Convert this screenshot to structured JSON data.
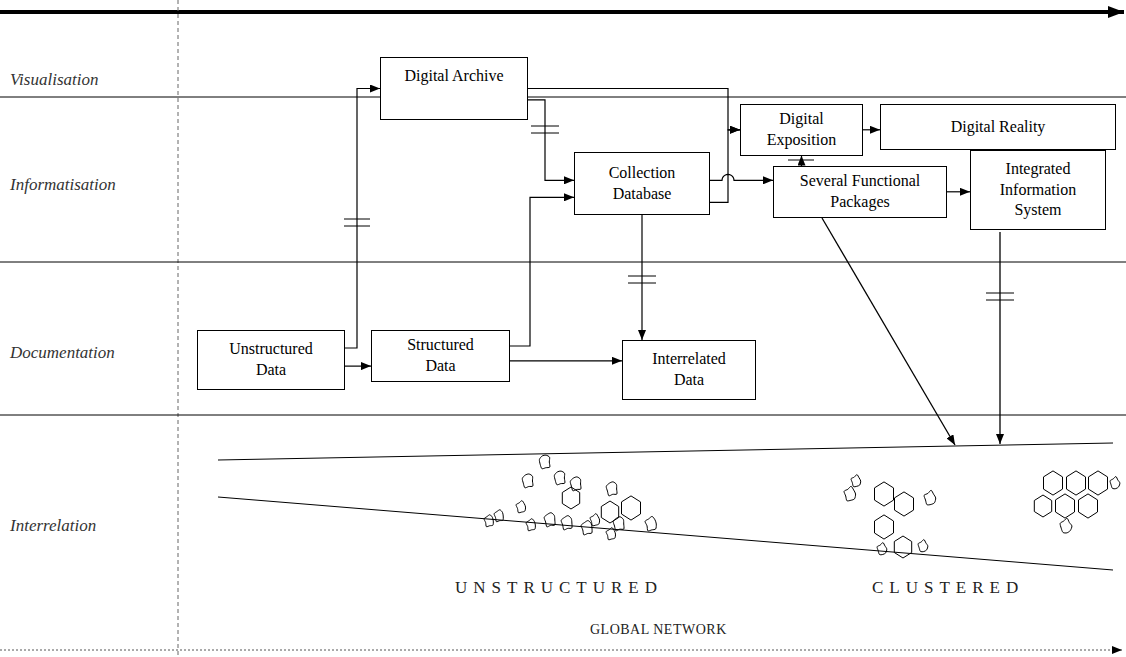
{
  "diagram": {
    "nodes": [
      {
        "text": [
          "Digital Archive"
        ]
      },
      {
        "text": [
          "Digital Exposition"
        ]
      },
      {
        "text": [
          "Digital Reality"
        ]
      },
      {
        "text": [
          "Collection Database"
        ]
      },
      {
        "text": [
          "Several Functional Packages"
        ]
      },
      {
        "text": [
          "Integrated Information System"
        ]
      },
      {
        "text": [
          "Unstructured Data"
        ]
      },
      {
        "text": [
          "Structured Data"
        ]
      },
      {
        "text": [
          "Interrelated Data"
        ]
      }
    ],
    "edges": [
      {
        "from": 6,
        "to": 0,
        "arrow": "to"
      },
      {
        "from": 6,
        "to": 7,
        "arrow": "to"
      },
      {
        "from": 7,
        "to": 3,
        "arrow": "to"
      },
      {
        "from": 7,
        "to": 8,
        "arrow": "to"
      },
      {
        "from": 0,
        "to": 3,
        "arrow": "to"
      },
      {
        "from": 0,
        "to": 1,
        "arrow": "to"
      },
      {
        "from": 3,
        "to": 1,
        "arrow": "to"
      },
      {
        "from": 3,
        "to": 4,
        "arrow": "to"
      },
      {
        "from": 3,
        "to": 8,
        "arrow": "to"
      },
      {
        "from": 4,
        "to": 1,
        "arrow": "to"
      },
      {
        "from": 1,
        "to": 2,
        "arrow": "to"
      },
      {
        "from": 4,
        "to": 5,
        "arrow": "to"
      }
    ],
    "labels": [
      "Visualisation",
      "Informatisation",
      "Documentation",
      "Interrelation",
      "UNSTRUCTURED",
      "CLUSTERED",
      "GLOBAL NETWORK"
    ]
  }
}
